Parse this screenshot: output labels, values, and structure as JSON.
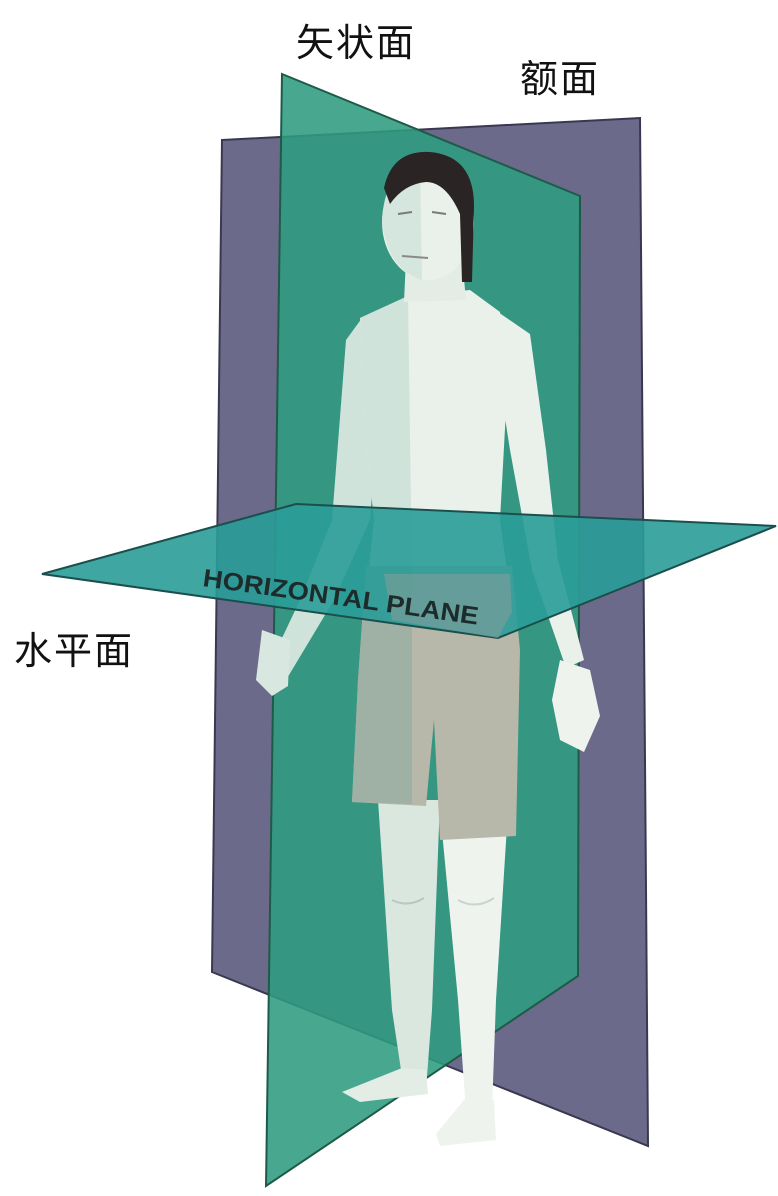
{
  "labels": {
    "sagittal": "矢状面",
    "frontal": "额面",
    "horizontal": "水平面"
  },
  "horizontal_plane_text": "HORIZONTAL PLANE",
  "colors": {
    "frontal_plane": "#6c6a8a",
    "sagittal_plane": "#2e9c80",
    "horizontal_plane": "#2a9c98",
    "skin": "#e9f1ea",
    "shorts": "#b7b8aa",
    "hair": "#2a2424"
  }
}
